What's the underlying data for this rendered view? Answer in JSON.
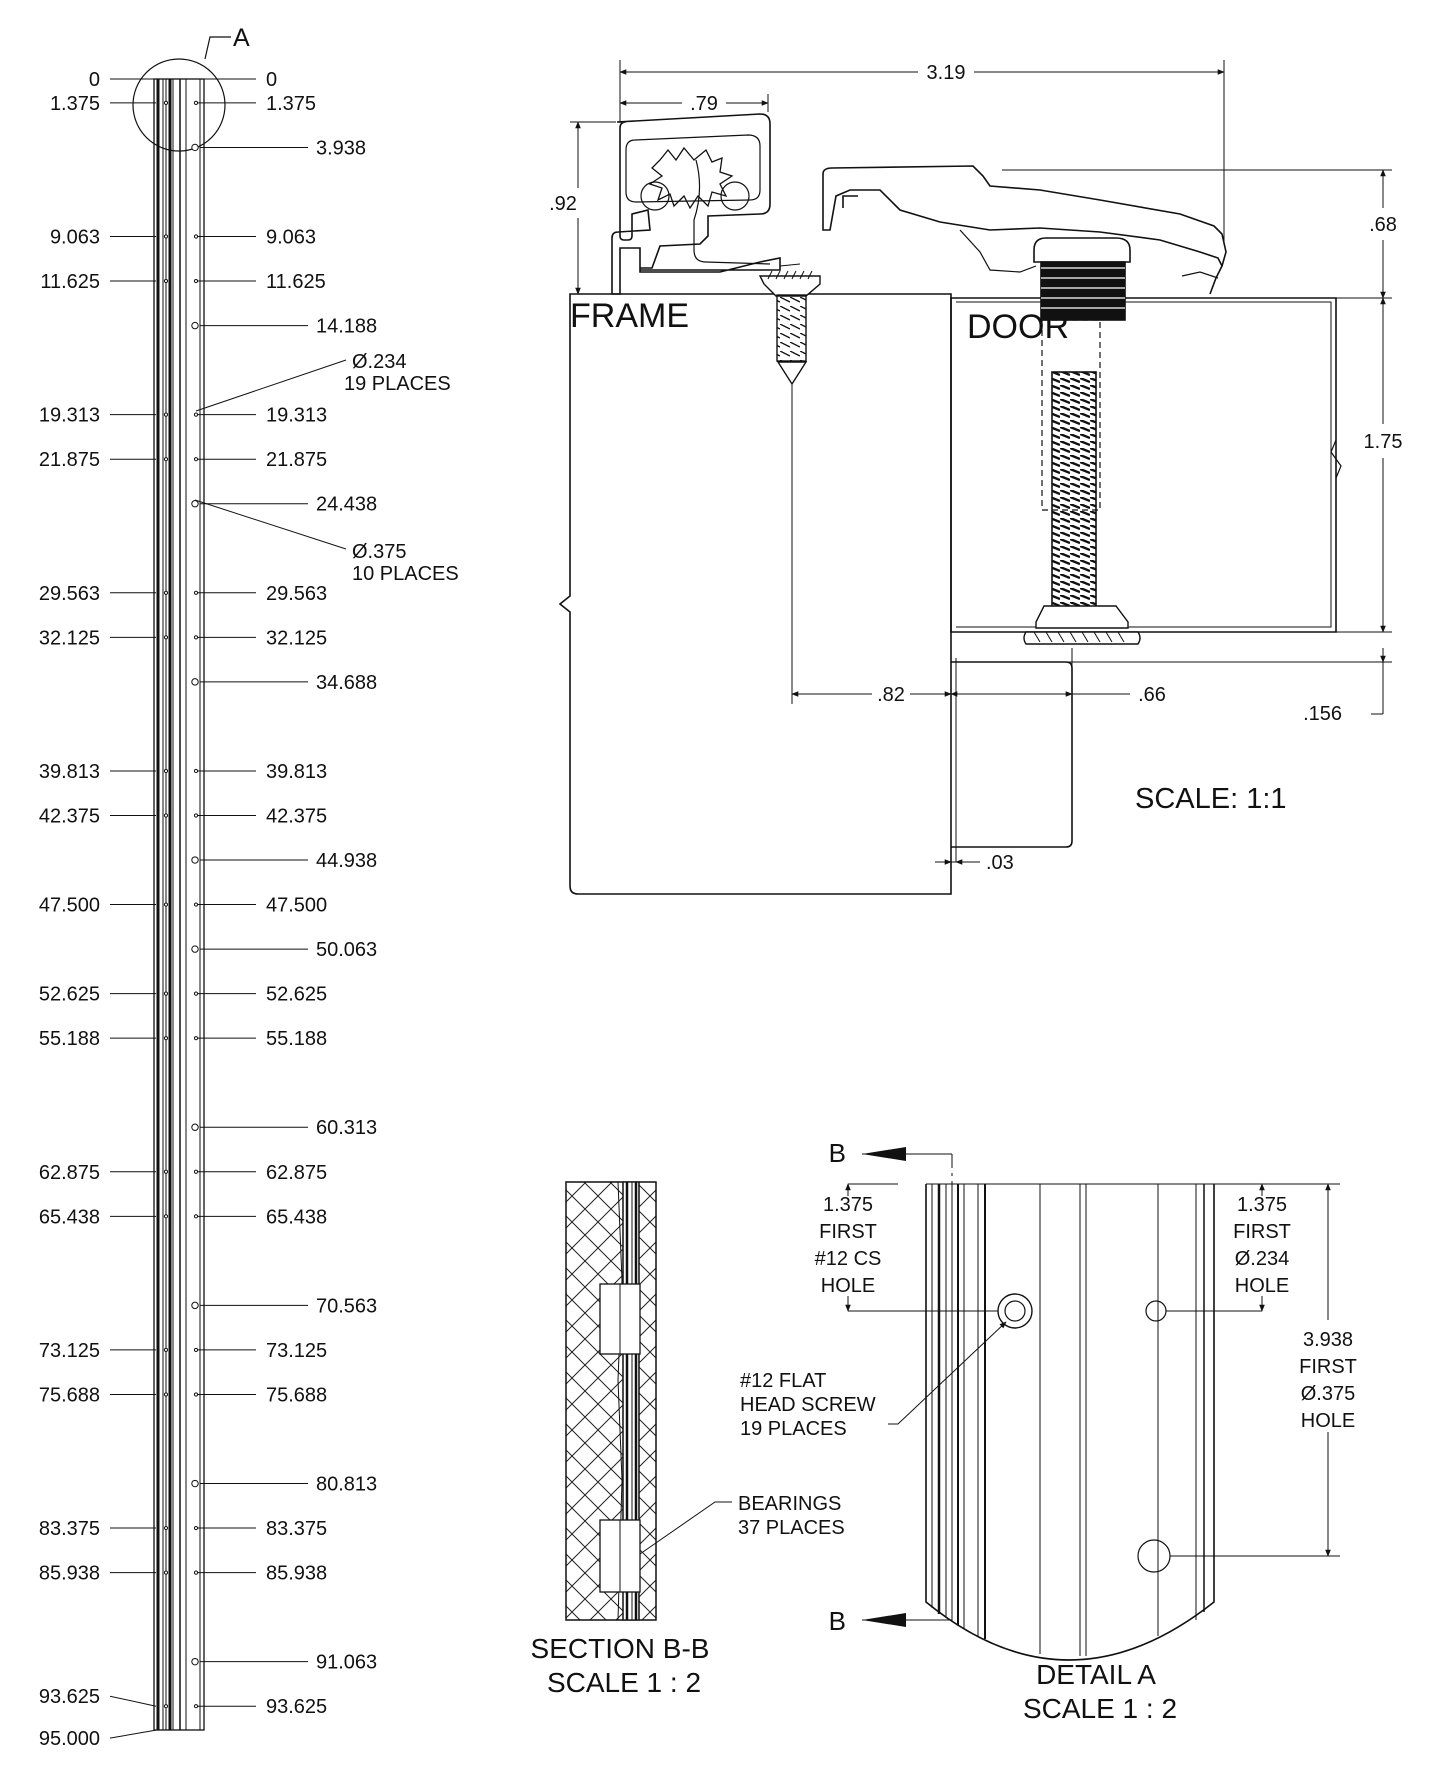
{
  "strip": {
    "detail_callout": "A",
    "left_labels": [
      "0",
      "1.375",
      "9.063",
      "11.625",
      "19.313",
      "21.875",
      "29.563",
      "32.125",
      "39.813",
      "42.375",
      "47.500",
      "52.625",
      "55.188",
      "62.875",
      "65.438",
      "73.125",
      "75.688",
      "83.375",
      "85.938",
      "93.625",
      "95.000"
    ],
    "right_small_labels": [
      "0",
      "1.375",
      "9.063",
      "11.625",
      "19.313",
      "21.875",
      "29.563",
      "32.125",
      "39.813",
      "42.375",
      "47.500",
      "52.625",
      "55.188",
      "62.875",
      "65.438",
      "73.125",
      "75.688",
      "83.375",
      "85.938",
      "93.625"
    ],
    "right_large_labels": [
      "3.938",
      "14.188",
      "24.438",
      "34.688",
      "44.938",
      "50.063",
      "60.313",
      "70.563",
      "80.813",
      "91.063"
    ],
    "small_hole_note": [
      "Ø.234",
      "19 PLACES"
    ],
    "large_hole_note": [
      "Ø.375",
      "10 PLACES"
    ]
  },
  "section_view": {
    "frame_label": "FRAME",
    "door_label": "DOOR",
    "scale_label": "SCALE: 1:1",
    "dims": {
      "overall_width": "3.19",
      "knuckle_width": ".79",
      "frame_leaf_height": ".92",
      "door_leaf_height": ".68",
      "door_thickness": "1.75",
      "frame_screw_offset": ".82",
      "door_offset": ".66",
      "bottom_gap": ".156",
      "side_gap": ".03"
    }
  },
  "section_bb": {
    "title": "SECTION B-B",
    "scale": "SCALE 1 : 2",
    "bearing_note": [
      "BEARINGS",
      "37 PLACES"
    ]
  },
  "detail_a": {
    "title": "DETAIL A",
    "scale": "SCALE 1 : 2",
    "section_marker": "B",
    "screw_hole_note": [
      "1.375",
      "FIRST",
      "#12 CS",
      "HOLE"
    ],
    "small_hole_note": [
      "1.375",
      "FIRST",
      "Ø.234",
      "HOLE"
    ],
    "large_hole_note": [
      "3.938",
      "FIRST",
      "Ø.375",
      "HOLE"
    ],
    "screw_note": [
      "#12 FLAT",
      "HEAD SCREW",
      "19 PLACES"
    ]
  }
}
